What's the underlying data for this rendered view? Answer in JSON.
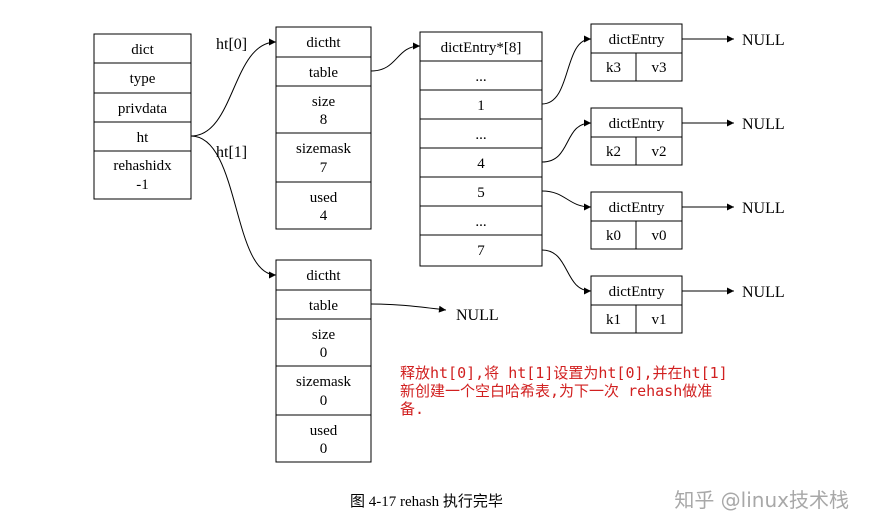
{
  "dict": {
    "header": "dict",
    "fields": [
      "type",
      "privdata",
      "ht"
    ],
    "rehashidx_label": "rehashidx",
    "rehashidx_value": "-1"
  },
  "edge_labels": {
    "ht0": "ht[0]",
    "ht1": "ht[1]"
  },
  "ht0": {
    "header": "dictht",
    "table": "table",
    "size_label": "size",
    "size_value": "8",
    "sizemask_label": "sizemask",
    "sizemask_value": "7",
    "used_label": "used",
    "used_value": "4"
  },
  "ht1": {
    "header": "dictht",
    "table": "table",
    "size_label": "size",
    "size_value": "0",
    "sizemask_label": "sizemask",
    "sizemask_value": "0",
    "used_label": "used",
    "used_value": "0",
    "table_target": "NULL"
  },
  "bucket_array": {
    "header": "dictEntry*[8]",
    "cells": [
      "...",
      "1",
      "...",
      "4",
      "5",
      "...",
      "7"
    ]
  },
  "entries": [
    {
      "header": "dictEntry",
      "key": "k3",
      "value": "v3",
      "next": "NULL"
    },
    {
      "header": "dictEntry",
      "key": "k2",
      "value": "v2",
      "next": "NULL"
    },
    {
      "header": "dictEntry",
      "key": "k0",
      "value": "v0",
      "next": "NULL"
    },
    {
      "header": "dictEntry",
      "key": "k1",
      "value": "v1",
      "next": "NULL"
    }
  ],
  "note": "释放ht[0],将 ht[1]设置为ht[0],并在ht[1]\n新创建一个空白哈希表,为下一次 rehash做准\n备.",
  "caption": "图 4-17    rehash 执行完毕",
  "watermark": "知乎 @linux技术栈"
}
